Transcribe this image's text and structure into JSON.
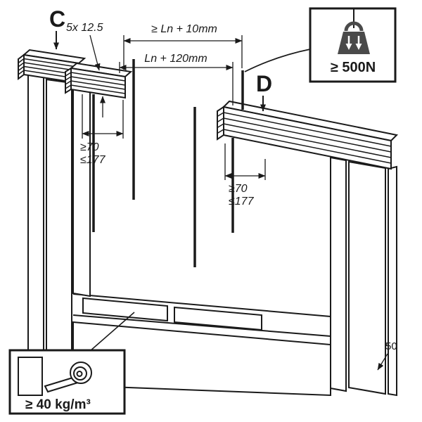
{
  "drawing": {
    "colors": {
      "line": "#1a1a1a",
      "insulation": "#b3b3b3",
      "weight": "#4a4a4a"
    }
  },
  "labels": {
    "part_c": "C",
    "part_d": "D",
    "screw_spec": "5x 12.5",
    "gap_dim": "≥ Ln + 10mm",
    "lintel_dim": "Ln + 120mm",
    "left_offset_line1": "≥70",
    "left_offset_line2": "≤177",
    "right_offset_line1": "≥70",
    "right_offset_line2": "≤177",
    "thickness": "50"
  },
  "load_badge": {
    "text": "≥ 500N"
  },
  "insulation_legend": {
    "text": "≥ 40 kg/m³"
  }
}
